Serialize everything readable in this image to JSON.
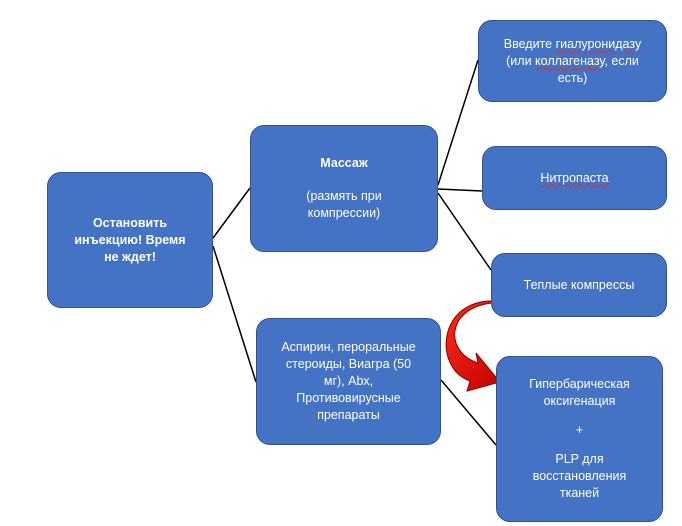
{
  "nodes": {
    "root": {
      "line1": "Остановить",
      "line2": "инъекцию! Время",
      "line3": "не ждет!"
    },
    "massage": {
      "title": "Массаж",
      "note1": "(размять при",
      "note2": "компрессии)"
    },
    "meds": {
      "line1": "Аспирин, пероральные",
      "line2": "стероиды, Виагра (50",
      "line3": "мг), Abx,",
      "line4": "Противовирусные",
      "line5": "препараты"
    },
    "hyaluronidase": {
      "line1_pre": "Введите ",
      "line1_word": "гиалуронидазу",
      "line2_pre": "(или ",
      "line2_word": "коллагеназу",
      "line2_post": ", если",
      "line3": "есть)"
    },
    "nitropaste": {
      "label": "Нитропаста"
    },
    "warm": {
      "label": "Теплые компрессы"
    },
    "hbo": {
      "line1": "Гипербарическая",
      "line2": "оксигенация",
      "plus": "+",
      "line3": "PLP для",
      "line4": "восстановления",
      "line5": "тканей"
    }
  },
  "colors": {
    "node_fill": "#4472c4",
    "node_border": "#2f528f",
    "connector": "#000000",
    "arrow": "#e8130c",
    "spellcheck": "#e0302a"
  }
}
